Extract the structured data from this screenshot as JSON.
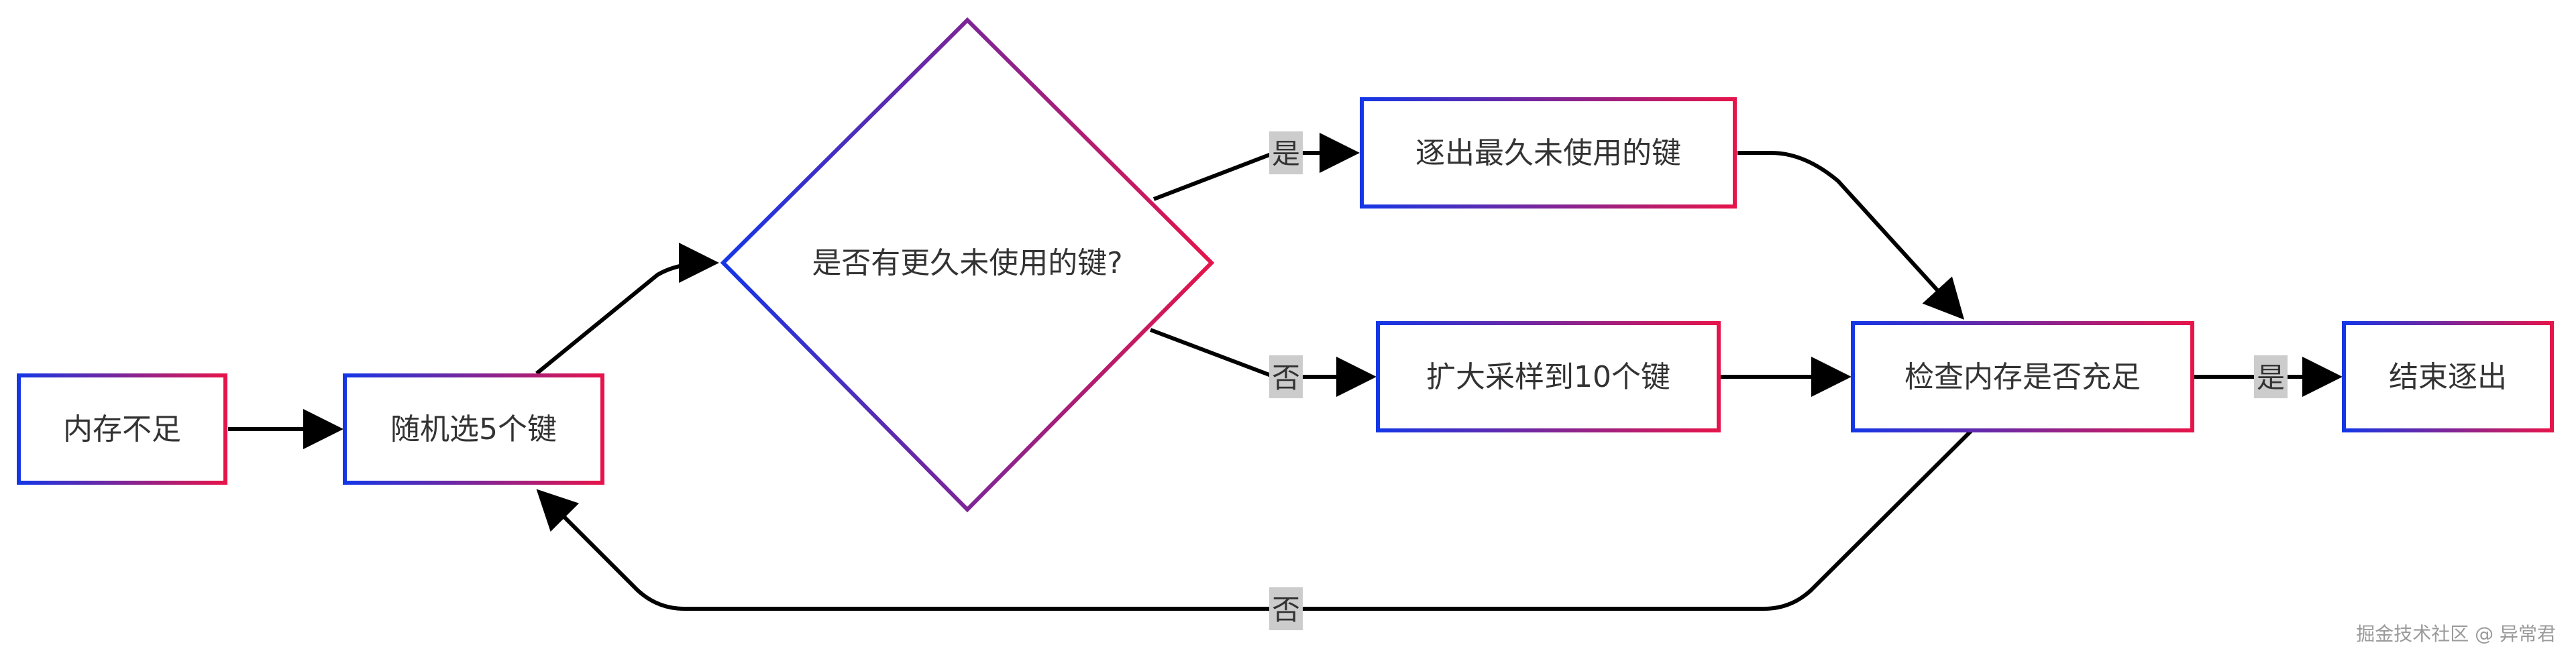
{
  "colors": {
    "gradient_start": "#1436e6",
    "gradient_end": "#e6144a",
    "edge": "#000000",
    "label_bg": "#cccccc"
  },
  "nodes": {
    "insufficient_memory": "内存不足",
    "random_select": "随机选5个键",
    "decision": "是否有更久未使用的键?",
    "evict_lru": "逐出最久未使用的键",
    "expand_sample": "扩大采样到10个键",
    "check_memory": "检查内存是否充足",
    "end_eviction": "结束逐出"
  },
  "edge_labels": {
    "yes_1": "是",
    "no_1": "否",
    "yes_2": "是",
    "no_2": "否"
  },
  "watermark": "掘金技术社区 @ 异常君"
}
